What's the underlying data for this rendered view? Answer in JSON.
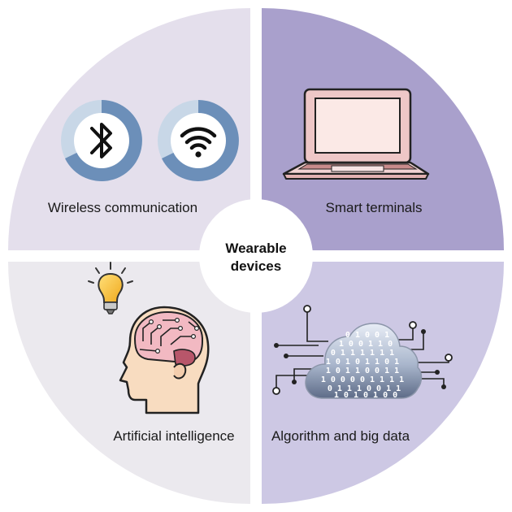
{
  "center": {
    "line1": "Wearable",
    "line2": "devices"
  },
  "quadrants": {
    "top_left": {
      "label": "Wireless communication",
      "color": "#e4dfec"
    },
    "top_right": {
      "label": "Smart terminals",
      "color": "#a9a0cc"
    },
    "bottom_left": {
      "label": "Artificial intelligence",
      "color": "#ebe9ee"
    },
    "bottom_right": {
      "label": "Algorithm and big data",
      "color": "#cdc8e4"
    }
  },
  "icons": {
    "bluetooth": "bluetooth-icon",
    "wifi": "wifi-icon",
    "laptop": "laptop-icon",
    "brain": "brain-head-icon",
    "bulb": "lightbulb-icon",
    "cloud": "data-cloud-icon"
  },
  "cloud_bits": [
    "0 1 0 0 1",
    "1 0 0 1 1 0",
    "0 1 1 1 1 1 1",
    "1 0 1 0 1 1 0 1",
    "1 0 1 1 0 0 1 1",
    "1 0 0 0 0 1 1 1 1",
    "0 1 1 1 0 0 1 1",
    "1 0 1 0 1 0 0"
  ]
}
